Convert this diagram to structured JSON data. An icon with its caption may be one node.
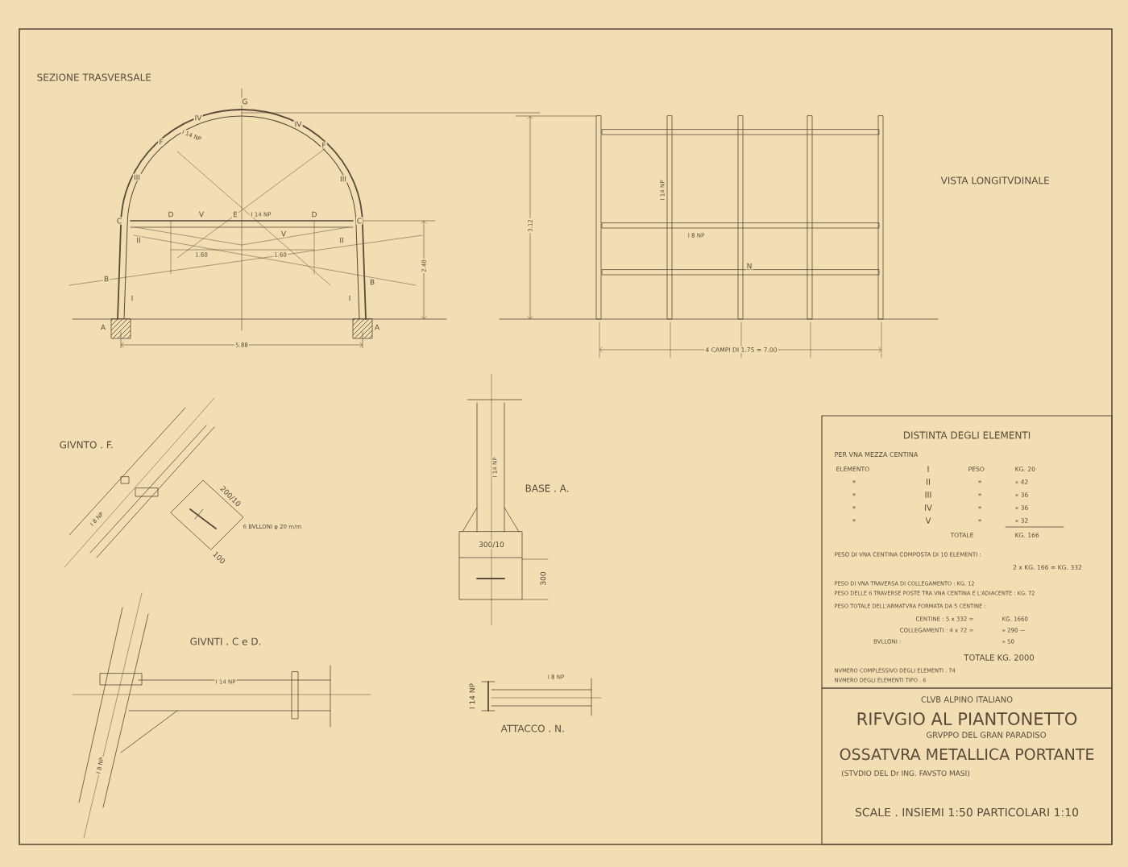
{
  "diagram": {
    "labels": [
      "SEZIONE TRASVERSALE",
      "VISTA LONGITVDINALE",
      "GIVNTO . F.",
      "GIVNTI . C e D.",
      "BASE . A.",
      "ATTACCO . N.",
      "G",
      "IV",
      "IV",
      "F",
      "F",
      "III",
      "III",
      "C",
      "C",
      "D",
      "V",
      "E",
      "V",
      "D",
      "II",
      "II",
      "B",
      "B",
      "I",
      "I",
      "A",
      "A",
      "I 14 NP",
      "I 14 NP",
      "1.60",
      "1.60",
      "2.48",
      "5.88",
      "3.12",
      "I 14 NP",
      "I 8 NP",
      "N",
      "4 CAMPI DI 1.75 = 7.00",
      "I 8 NP",
      "200/10",
      "6 BVLLONI φ 20 m/m",
      "100",
      "I 14 NP",
      "I 8 NP",
      "I 14 NP",
      "300/10",
      "300",
      "I 8 NP",
      "I 14 NP",
      "DISTINTA DEGLI ELEMENTI",
      "PER VNA MEZZA CENTINA",
      "ELEMENTO",
      "I",
      "PESO",
      "KG. 20",
      "»",
      "II",
      "»",
      "» 42",
      "»",
      "III",
      "»",
      "» 36",
      "»",
      "IV",
      "»",
      "» 36",
      "»",
      "V",
      "»",
      "» 32",
      "TOTALE",
      "KG. 166",
      "PESO DI VNA CENTINA COMPOSTA DI 10 ELEMENTI :",
      "2 x KG. 166 = KG. 332",
      "PESO DI VNA TRAVERSA DI COLLEGAMENTO : KG. 12",
      "PESO DELLE 6 TRAVERSE POSTE TRA VNA CENTINA E L'ADIACENTE : KG. 72",
      "PESO TOTALE DELL'ARMATVRA FORMATA DA 5 CENTINE :",
      "CENTINE : 5 x 332 =",
      "KG. 1660",
      "COLLEGAMENTI : 4 x 72 =",
      "» 290 —",
      "BVLLONI :",
      "» 50",
      "TOTALE KG. 2000",
      "NVMERO COMPLESSIVO DEGLI ELEMENTI . 74",
      "NVMERO DEGLI ELEMENTI TIPO . 6",
      "CLVB ALPINO ITALIANO",
      "RIFVGIO AL PIANTONETTO",
      "GRVPPO DEL GRAN PARADISO",
      "OSSATVRA METALLICA PORTANTE",
      "(STVDIO DEL Dr ING. FAVSTO MASI)",
      "SCALE . INSIEMI 1:50 PARTICOLARI 1:10"
    ]
  }
}
